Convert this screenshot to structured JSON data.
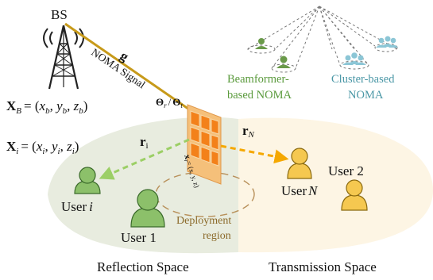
{
  "labels": {
    "bs": "BS",
    "g": "g",
    "noma_signal": "NOMA Signal",
    "theta": "Θ",
    "theta_r_sub": "r",
    "theta_sep": "/",
    "theta_t_sub": "t",
    "beamformer_l1": "Beamformer-",
    "beamformer_l2": "based NOMA",
    "cluster_l1": "Cluster-based",
    "cluster_l2": "NOMA",
    "xb_bold": "X",
    "xb_sub": "B",
    "xb_eq": "= (",
    "xb_x": "x",
    "xb_xsub": "b",
    "xb_y": "y",
    "xb_ysub": "b",
    "xb_z": "z",
    "xb_zsub": "b",
    "xi_bold": "X",
    "xi_sub": "i",
    "xi_eq": "= (",
    "xi_x": "x",
    "xi_xsub": "i",
    "xi_y": "y",
    "xi_ysub": "i",
    "xi_z": "z",
    "xi_zsub": "i",
    "ri": "r",
    "ri_sub": "i",
    "rN": "r",
    "rN_sub": "N",
    "x_ris": "x",
    "x_ris_sub": "r",
    "x_ris_coords": "= (x, y, z)",
    "user_i": "User",
    "user_i_sub": "i",
    "user_1": "User 1",
    "user_n": "User",
    "user_n_sub": "N",
    "user_2": "User 2",
    "deploy_l1": "Deployment",
    "deploy_l2": "region",
    "reflection": "Reflection Space",
    "transmission": "Transmission Space"
  },
  "colors": {
    "reflection_region": "#e8ecdf",
    "transmission_region": "#fdf5e4",
    "ris_frame": "#f5c07a",
    "ris_cell": "#f3811a",
    "signal_line": "#c79a1a",
    "green_arrow": "#9ccf66",
    "orange_arrow": "#f5a800",
    "green_text": "#5a9a3c",
    "teal_text": "#4a97a6",
    "deploy_text": "#8b6a2a",
    "user_green": "#8cc06a",
    "user_yellow": "#f5c850"
  }
}
